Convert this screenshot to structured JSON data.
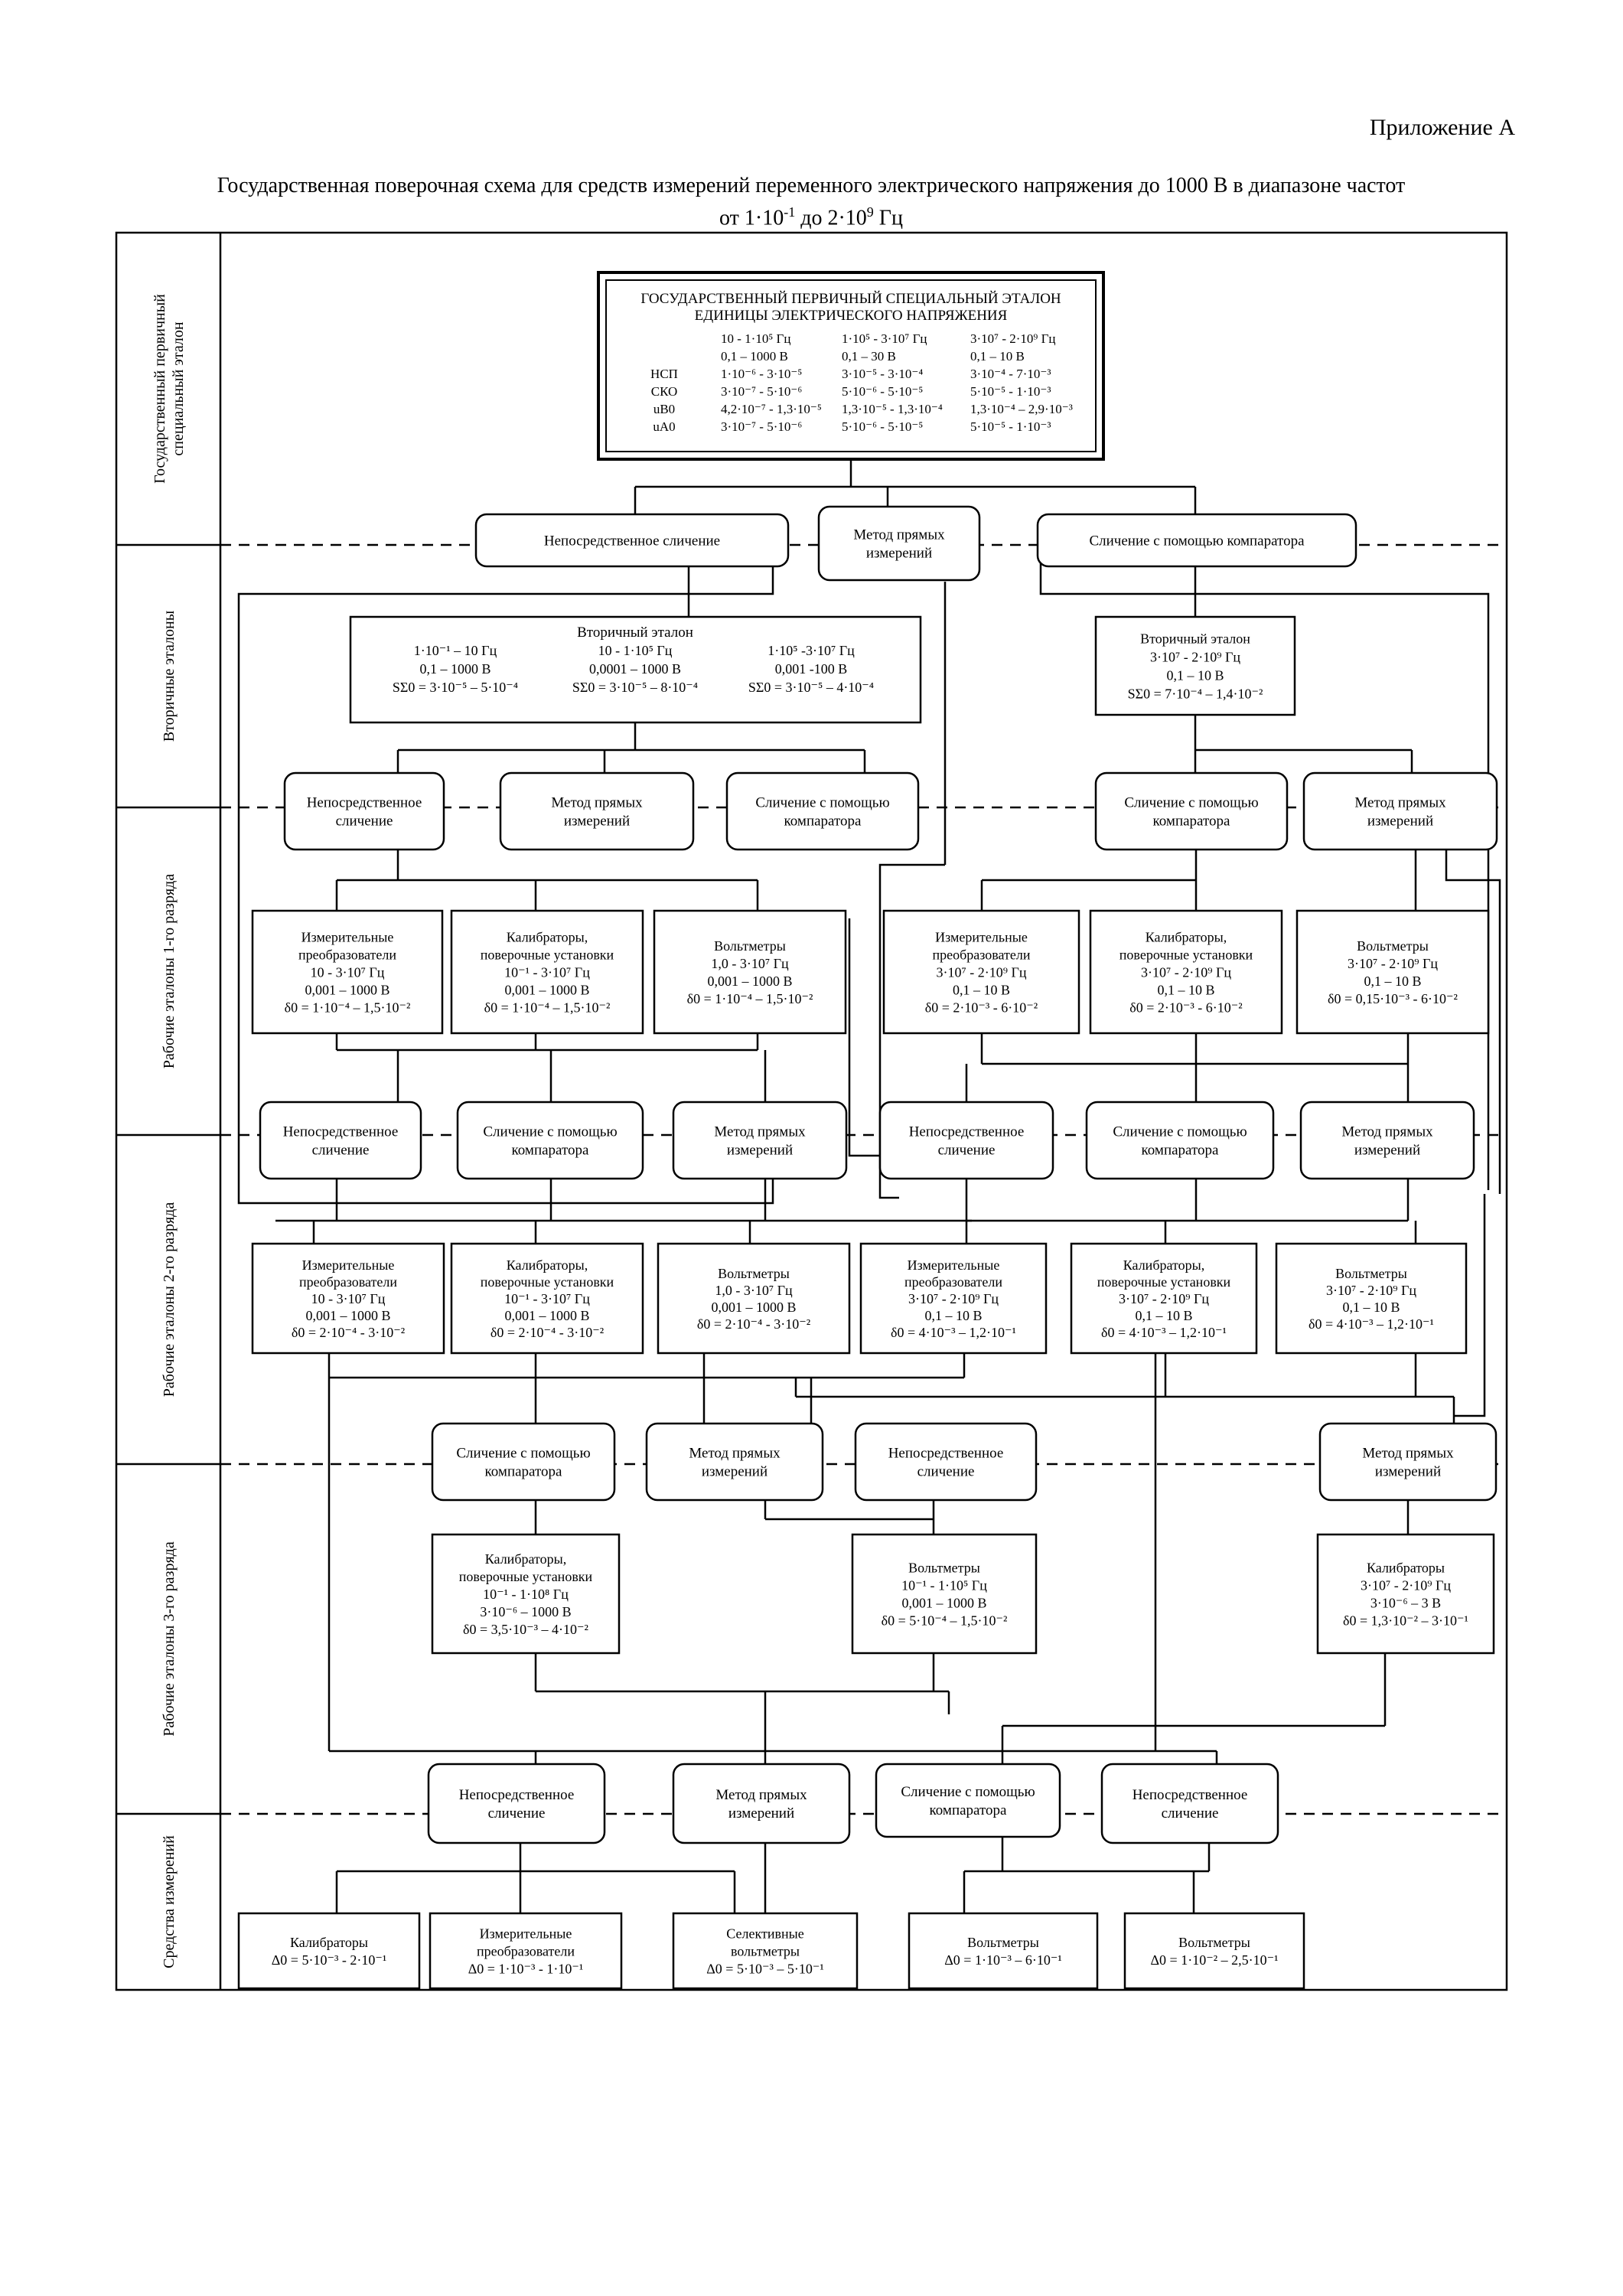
{
  "appendix": "Приложение А",
  "title": {
    "line1": "Государственная поверочная схема для средств измерений переменного электрического напряжения до 1000 В в диапазоне частот",
    "line2_pre": "от 1·10",
    "line2_exp1": "-1",
    "line2_mid": " до 2·10",
    "line2_exp2": "9",
    "line2_post": " Гц"
  },
  "bands": [
    [
      "Государственный первичный",
      "специальный эталон"
    ],
    [
      "Вторичные эталоны"
    ],
    [
      "Рабочие эталоны 1-го разряда"
    ],
    [
      "Рабочие эталоны 2-го разряда"
    ],
    [
      "Рабочие эталоны 3-го разряда"
    ],
    [
      "Средства измерений"
    ]
  ],
  "primary": {
    "title1": "ГОСУДАРСТВЕННЫЙ ПЕРВИЧНЫЙ СПЕЦИАЛЬНЫЙ ЭТАЛОН",
    "title2": "ЕДИНИЦЫ ЭЛЕКТРИЧЕСКОГО НАПРЯЖЕНИЯ",
    "rows": [
      [
        "",
        "10 - 1·10⁵ Гц",
        "1·10⁵ - 3·10⁷ Гц",
        "3·10⁷ - 2·10⁹ Гц"
      ],
      [
        "",
        "0,1 – 1000 В",
        "0,1 – 30 В",
        "0,1 – 10 В"
      ],
      [
        "НСП",
        "1·10⁻⁶ - 3·10⁻⁵",
        "3·10⁻⁵ - 3·10⁻⁴",
        "3·10⁻⁴ - 7·10⁻³"
      ],
      [
        "СКО",
        "3·10⁻⁷ - 5·10⁻⁶",
        "5·10⁻⁶ - 5·10⁻⁵",
        "5·10⁻⁵ - 1·10⁻³"
      ],
      [
        "uB0",
        "4,2·10⁻⁷ - 1,3·10⁻⁵",
        "1,3·10⁻⁵ - 1,3·10⁻⁴",
        "1,3·10⁻⁴ – 2,9·10⁻³"
      ],
      [
        "uA0",
        "3·10⁻⁷ - 5·10⁻⁶",
        "5·10⁻⁶ - 5·10⁻⁵",
        "5·10⁻⁵ - 1·10⁻³"
      ]
    ]
  },
  "methods": {
    "direct": [
      "Непосредственное",
      "сличение"
    ],
    "direct_one": [
      "Непосредственное сличение"
    ],
    "direct_measure": [
      "Метод прямых",
      "измерений"
    ],
    "comparator": [
      "Сличение с помощью",
      "компаратора"
    ],
    "comparator_one": [
      "Сличение с помощью компаратора"
    ]
  },
  "secondary_left": {
    "title": "Вторичный эталон",
    "cols": [
      [
        "1·10⁻¹ – 10 Гц",
        "0,1 – 1000 В",
        "SΣ0 = 3·10⁻⁵ – 5·10⁻⁴"
      ],
      [
        "10 - 1·10⁵ Гц",
        "0,0001 – 1000 В",
        "SΣ0 = 3·10⁻⁵ – 8·10⁻⁴"
      ],
      [
        "1·10⁵ -3·10⁷ Гц",
        "0,001 -100 В",
        "SΣ0 = 3·10⁻⁵ – 4·10⁻⁴"
      ]
    ]
  },
  "secondary_right": [
    "Вторичный эталон",
    "3·10⁷ - 2·10⁹ Гц",
    "0,1 – 10 В",
    "SΣ0 = 7·10⁻⁴ – 1,4·10⁻²"
  ],
  "r1": [
    [
      "Измерительные",
      "преобразователи",
      "10 - 3·10⁷ Гц",
      "0,001 – 1000 В",
      "δ0 = 1·10⁻⁴ – 1,5·10⁻²"
    ],
    [
      "Калибраторы,",
      "поверочные установки",
      "10⁻¹ - 3·10⁷ Гц",
      "0,001 – 1000 В",
      "δ0 = 1·10⁻⁴ – 1,5·10⁻²"
    ],
    [
      "Вольтметры",
      "1,0 - 3·10⁷ Гц",
      "0,001 – 1000 В",
      "δ0 = 1·10⁻⁴ – 1,5·10⁻²"
    ],
    [
      "Измерительные",
      "преобразователи",
      "3·10⁷ - 2·10⁹ Гц",
      "0,1 – 10 В",
      "δ0 = 2·10⁻³ - 6·10⁻²"
    ],
    [
      "Калибраторы,",
      "поверочные установки",
      "3·10⁷ - 2·10⁹ Гц",
      "0,1 – 10 В",
      "δ0 = 2·10⁻³ - 6·10⁻²"
    ],
    [
      "Вольтметры",
      "3·10⁷ - 2·10⁹ Гц",
      "0,1 – 10 В",
      "δ0 = 0,15·10⁻³ - 6·10⁻²"
    ]
  ],
  "r2": [
    [
      "Измерительные",
      "преобразователи",
      "10 - 3·10⁷ Гц",
      "0,001 – 1000 В",
      "δ0 = 2·10⁻⁴ - 3·10⁻²"
    ],
    [
      "Калибраторы,",
      "поверочные установки",
      "10⁻¹ - 3·10⁷ Гц",
      "0,001 – 1000 В",
      "δ0 = 2·10⁻⁴ - 3·10⁻²"
    ],
    [
      "Вольтметры",
      "1,0 - 3·10⁷ Гц",
      "0,001 – 1000 В",
      "δ0 = 2·10⁻⁴ - 3·10⁻²"
    ],
    [
      "Измерительные",
      "преобразователи",
      "3·10⁷ - 2·10⁹ Гц",
      "0,1 – 10 В",
      "δ0 = 4·10⁻³ – 1,2·10⁻¹"
    ],
    [
      "Калибраторы,",
      "поверочные установки",
      "3·10⁷ - 2·10⁹ Гц",
      "0,1 – 10 В",
      "δ0 = 4·10⁻³ – 1,2·10⁻¹"
    ],
    [
      "Вольтметры",
      "3·10⁷ - 2·10⁹ Гц",
      "0,1 – 10 В",
      "δ0 = 4·10⁻³ – 1,2·10⁻¹"
    ]
  ],
  "r3": [
    [
      "Калибраторы,",
      "поверочные установки",
      "10⁻¹ - 1·10⁸ Гц",
      "3·10⁻⁶ – 1000 В",
      "δ0 = 3,5·10⁻³ – 4·10⁻²"
    ],
    [
      "Вольтметры",
      "10⁻¹ - 1·10⁵ Гц",
      "0,001 – 1000 В",
      "δ0 = 5·10⁻⁴ – 1,5·10⁻²"
    ],
    [
      "Калибраторы",
      "3·10⁷ - 2·10⁹ Гц",
      "3·10⁻⁶ – 3 В",
      "δ0 = 1,3·10⁻² – 3·10⁻¹"
    ]
  ],
  "mi": [
    [
      "Калибраторы",
      "Δ0 = 5·10⁻³ - 2·10⁻¹"
    ],
    [
      "Измерительные",
      "преобразователи",
      "Δ0 = 1·10⁻³ - 1·10⁻¹"
    ],
    [
      "Селективные",
      "вольтметры",
      "Δ0 = 5·10⁻³ – 5·10⁻¹"
    ],
    [
      "Вольтметры",
      "Δ0 = 1·10⁻³ – 6·10⁻¹"
    ],
    [
      "Вольтметры",
      "Δ0 = 1·10⁻² – 2,5·10⁻¹"
    ]
  ]
}
